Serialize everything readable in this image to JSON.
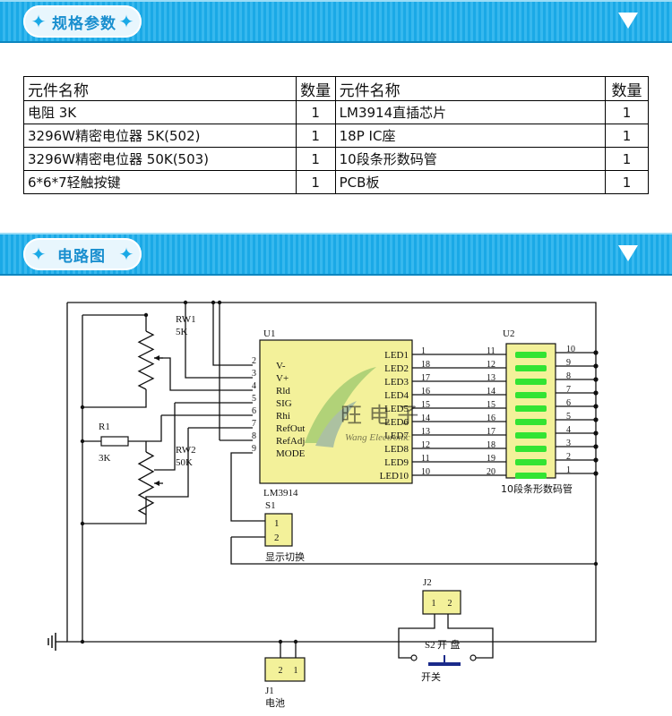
{
  "sections": [
    {
      "title": "规格参数"
    },
    {
      "title": "电路图"
    }
  ],
  "table": {
    "headers": [
      "元件名称",
      "数量",
      "元件名称",
      "数量"
    ],
    "rows": [
      [
        "电阻  3K",
        "1",
        "LM3914直插芯片",
        "1"
      ],
      [
        "3296W精密电位器 5K(502)",
        "1",
        "18P  IC座",
        "1"
      ],
      [
        "3296W精密电位器 50K(503)",
        "1",
        "10段条形数码管",
        "1"
      ],
      [
        "6*6*7轻触按键",
        "1",
        "PCB板",
        "1"
      ]
    ]
  },
  "schematic": {
    "u1": {
      "ref": "U1",
      "name": "LM3914",
      "left_pins": [
        {
          "num": "2",
          "name": "V-"
        },
        {
          "num": "3",
          "name": "V+"
        },
        {
          "num": "4",
          "name": "Rld"
        },
        {
          "num": "5",
          "name": "SIG"
        },
        {
          "num": "6",
          "name": "Rhi"
        },
        {
          "num": "7",
          "name": "RefOut"
        },
        {
          "num": "8",
          "name": "RefAdj"
        },
        {
          "num": "9",
          "name": "MODE"
        }
      ],
      "right_pins": [
        {
          "num": "1",
          "name": "LED1"
        },
        {
          "num": "18",
          "name": "LED2"
        },
        {
          "num": "17",
          "name": "LED3"
        },
        {
          "num": "16",
          "name": "LED4"
        },
        {
          "num": "15",
          "name": "LED5"
        },
        {
          "num": "14",
          "name": "LED6"
        },
        {
          "num": "13",
          "name": "LED7"
        },
        {
          "num": "12",
          "name": "LED8"
        },
        {
          "num": "11",
          "name": "LED9"
        },
        {
          "num": "10",
          "name": "LED10"
        }
      ]
    },
    "u2": {
      "ref": "U2",
      "name": "10段条形数码管",
      "left_pins": [
        "11",
        "12",
        "13",
        "14",
        "15",
        "16",
        "17",
        "18",
        "19",
        "20"
      ],
      "right_pins": [
        "10",
        "9",
        "8",
        "7",
        "6",
        "5",
        "4",
        "3",
        "2",
        "1"
      ]
    },
    "rw1": {
      "ref": "RW1",
      "value": "5K"
    },
    "rw2": {
      "ref": "RW2",
      "value": "50K"
    },
    "r1": {
      "ref": "R1",
      "value": "3K"
    },
    "s1": {
      "ref": "S1",
      "pins": [
        "1",
        "2"
      ],
      "label": "显示切换"
    },
    "j1": {
      "ref": "J1",
      "pins": [
        "2",
        "1"
      ],
      "label": "电池"
    },
    "j2": {
      "ref": "J2",
      "pins": [
        "1",
        "2"
      ]
    },
    "s2": {
      "ref": "S2",
      "label": "开关",
      "extra": "开 盘"
    },
    "watermark": {
      "cn": "旺 电 子",
      "en": "Wang Electronic"
    },
    "colors": {
      "led_segment": "#33e433",
      "display_body": "#f3f19a",
      "ic_body": "#f3f19a"
    }
  }
}
